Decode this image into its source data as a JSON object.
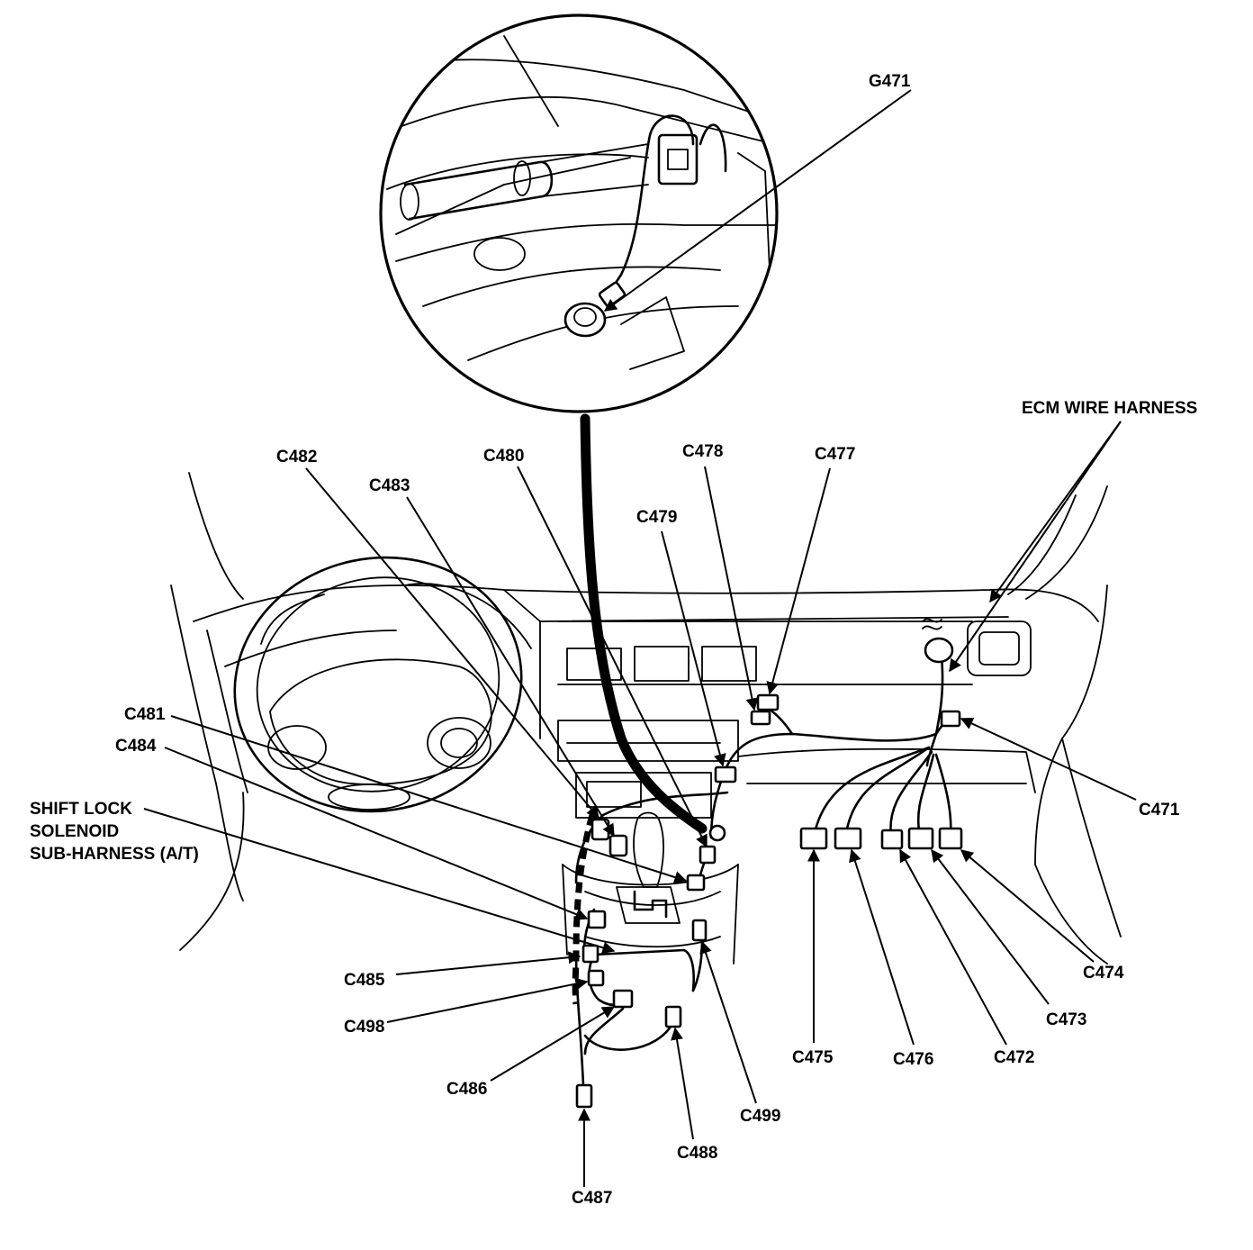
{
  "ground": "G471",
  "harness_label": "ECM WIRE HARNESS",
  "callouts": [
    {
      "id": "c482",
      "text": "C482"
    },
    {
      "id": "c483",
      "text": "C483"
    },
    {
      "id": "c480",
      "text": "C480"
    },
    {
      "id": "c479",
      "text": "C479"
    },
    {
      "id": "c478",
      "text": "C478"
    },
    {
      "id": "c477",
      "text": "C477"
    },
    {
      "id": "c481",
      "text": "C481"
    },
    {
      "id": "c484",
      "text": "C484"
    },
    {
      "id": "c471",
      "text": "C471"
    },
    {
      "id": "c474",
      "text": "C474"
    },
    {
      "id": "c473",
      "text": "C473"
    },
    {
      "id": "c472",
      "text": "C472"
    },
    {
      "id": "c476",
      "text": "C476"
    },
    {
      "id": "c475",
      "text": "C475"
    },
    {
      "id": "c485",
      "text": "C485"
    },
    {
      "id": "c498",
      "text": "C498"
    },
    {
      "id": "c486",
      "text": "C486"
    },
    {
      "id": "c499",
      "text": "C499"
    },
    {
      "id": "c488",
      "text": "C488"
    },
    {
      "id": "c487",
      "text": "C487"
    }
  ],
  "shift_lock": {
    "line1": "SHIFT LOCK",
    "line2": "SOLENOID",
    "line3": "SUB-HARNESS (A/T)"
  }
}
